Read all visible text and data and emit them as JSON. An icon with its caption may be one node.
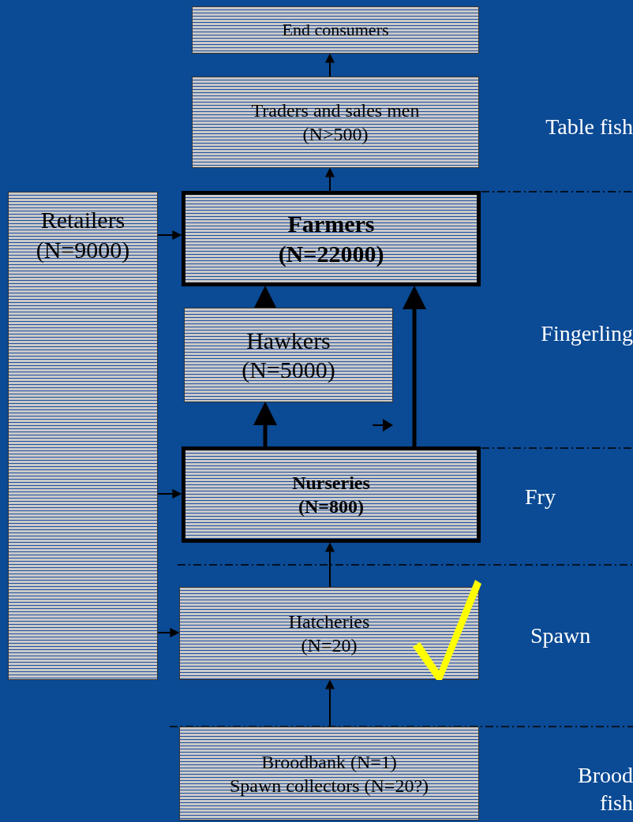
{
  "diagram": {
    "nodes": [
      {
        "text": [
          "End consumers"
        ]
      },
      {
        "text": [
          "Traders and sales men",
          "(N>500)"
        ]
      },
      {
        "text": [
          "Retailers",
          "(N=9000)"
        ]
      },
      {
        "text": [
          "Farmers",
          "(N=22000)"
        ]
      },
      {
        "text": [
          "Hawkers",
          "(N=5000)"
        ]
      },
      {
        "text": [
          "Nurseries",
          "(N=800)"
        ]
      },
      {
        "text": [
          "Hatcheries",
          "(N=20)"
        ]
      },
      {
        "text": [
          "Broodbank (N=1)",
          "Spawn collectors (N=20?)"
        ]
      }
    ],
    "edges": [
      {
        "from": 1,
        "to": 0,
        "arrow": "to"
      },
      {
        "from": 3,
        "to": 1,
        "arrow": "to"
      },
      {
        "from": 2,
        "to": 3,
        "arrow": "to"
      },
      {
        "from": 4,
        "to": 3,
        "arrow": "to",
        "style": "thick"
      },
      {
        "from": 5,
        "to": 4,
        "arrow": "to",
        "style": "thick"
      },
      {
        "from": 5,
        "to": 3,
        "arrow": "to",
        "style": "thick"
      },
      {
        "from": 2,
        "to": 5,
        "arrow": "to"
      },
      {
        "from": 2,
        "to": 6,
        "arrow": "to"
      },
      {
        "from": 6,
        "to": 5,
        "arrow": "to"
      },
      {
        "from": 7,
        "to": 6,
        "arrow": "to"
      }
    ],
    "labels": [
      "Table fish",
      "Fingerling",
      "Fry",
      "Spawn",
      "Brood fish"
    ]
  }
}
